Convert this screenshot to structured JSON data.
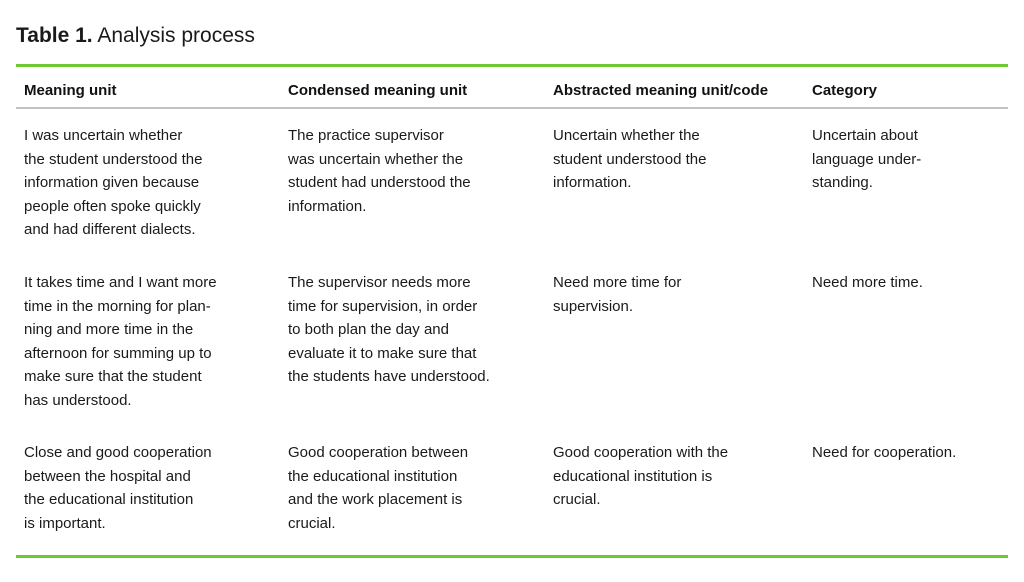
{
  "caption": {
    "label": "Table 1.",
    "title": "Analysis process"
  },
  "colors": {
    "accent_green": "#6dc832",
    "header_rule_grey": "#c2c2c2",
    "text": "#1a1a1a",
    "background": "#ffffff"
  },
  "table": {
    "columns": [
      "Meaning unit",
      "Condensed meaning unit",
      "Abstracted meaning unit/code",
      "Category"
    ],
    "rows": [
      {
        "meaning_unit": "I was uncertain whether\nthe student understood the\ninformation given because\npeople often spoke quickly\nand had different dialects.",
        "condensed_meaning_unit": "The practice supervisor\nwas uncertain whether the\nstudent had understood the\ninformation.",
        "abstracted_meaning_unit_code": "Uncertain whether the\nstudent understood the\ninformation.",
        "category": "Uncertain about\nlanguage under-\nstanding."
      },
      {
        "meaning_unit": "It takes time and I want more\ntime in the morning for plan-\nning and more time in the\nafternoon for summing up to\nmake sure that the student\nhas understood.",
        "condensed_meaning_unit": "The supervisor needs more\ntime for supervision, in order\nto both plan the day and\nevaluate it to make sure that\nthe students have understood.",
        "abstracted_meaning_unit_code": "Need more time for\nsupervision.",
        "category": "Need more time."
      },
      {
        "meaning_unit": "Close and good cooperation\nbetween the hospital and\nthe educational institution\nis important.",
        "condensed_meaning_unit": "Good cooperation between\nthe educational institution\nand the work placement is\ncrucial.",
        "abstracted_meaning_unit_code": "Good cooperation with the\neducational institution is\ncrucial.",
        "category": "Need for cooperation."
      }
    ]
  }
}
